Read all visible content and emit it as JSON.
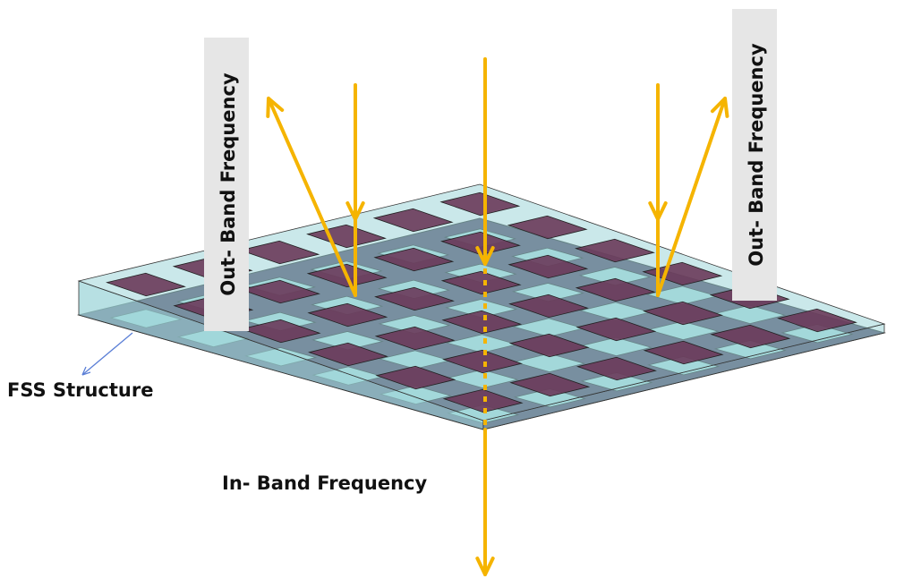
{
  "labels": {
    "out_band_left": "Out- Band Frequency",
    "out_band_right": "Out- Band Frequency",
    "in_band": "In- Band Frequency",
    "fss": "FSS Structure"
  },
  "colors": {
    "arrow": "#f5b400",
    "substrate": "#9fd6d9",
    "patch": "#6a3a5a",
    "ground": "#4b3a5c",
    "aperture": "#a8dcdc",
    "pointer": "#5b7fd6",
    "label_box": "#e6e6e6"
  },
  "grid": {
    "rows": 6,
    "cols": 6
  }
}
